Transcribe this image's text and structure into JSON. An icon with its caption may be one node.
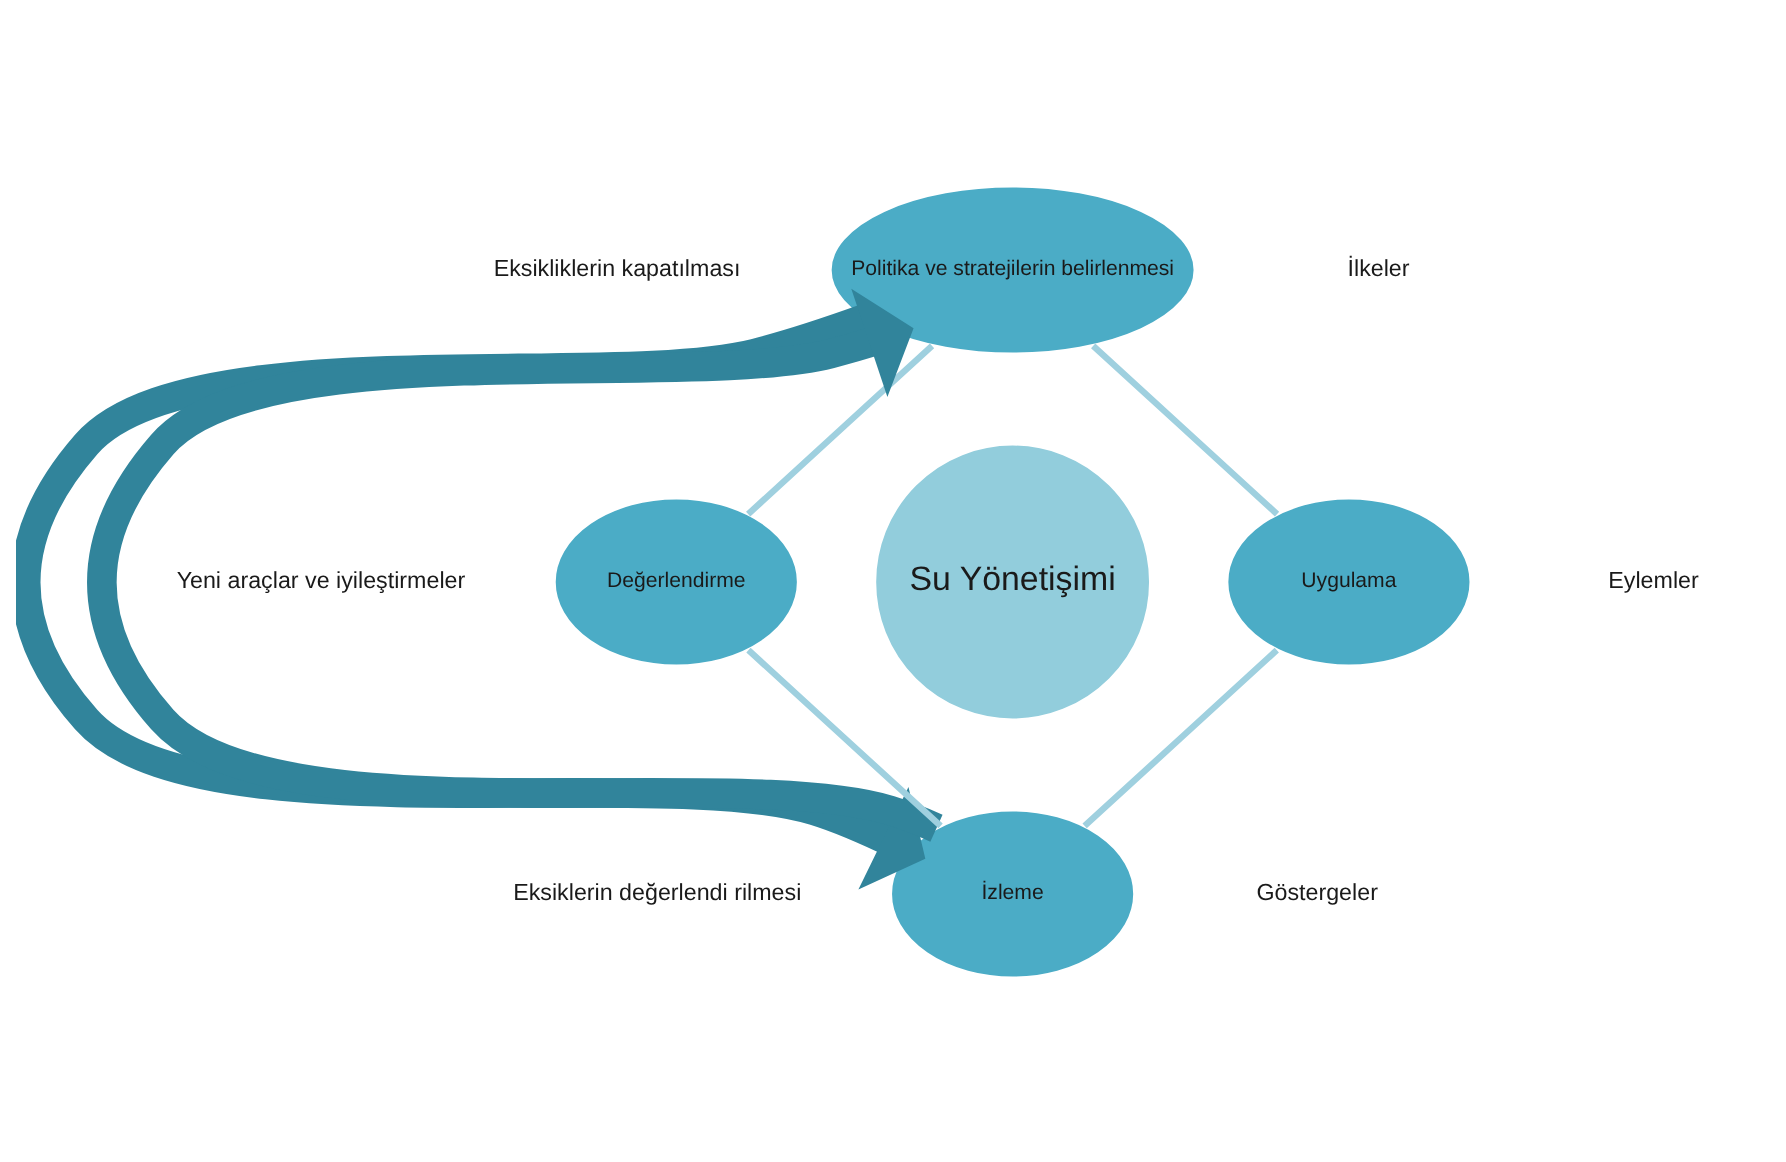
{
  "diagram": {
    "nodes": [
      {
        "text": [
          "Politika ve stratejilerin belirlenmesi"
        ]
      },
      {
        "text": [
          "Uygulama"
        ]
      },
      {
        "text": [
          "İzleme"
        ]
      },
      {
        "text": [
          "Değerlendirme"
        ]
      },
      {
        "text": [
          "Su Yönetişimi"
        ]
      }
    ],
    "edges": [
      {
        "from": 0,
        "to": 1,
        "arrow": "none"
      },
      {
        "from": 1,
        "to": 2,
        "arrow": "none"
      },
      {
        "from": 3,
        "to": 2,
        "arrow": "none"
      },
      {
        "from": 0,
        "to": 3,
        "arrow": "none"
      },
      {
        "from": 0,
        "to": 2,
        "arrow": "to",
        "style": "thick",
        "color": "#31849b"
      },
      {
        "from": 2,
        "to": 0,
        "arrow": "to",
        "style": "thick",
        "color": "#31849b"
      }
    ],
    "labels": [
      "Eksikliklerin kapatılması",
      "İlkeler",
      "Yeni araçlar ve iyileştirmeler",
      "Eylemler",
      "Eksiklerin değerlendi rilmesi",
      "Göstergeler"
    ]
  }
}
